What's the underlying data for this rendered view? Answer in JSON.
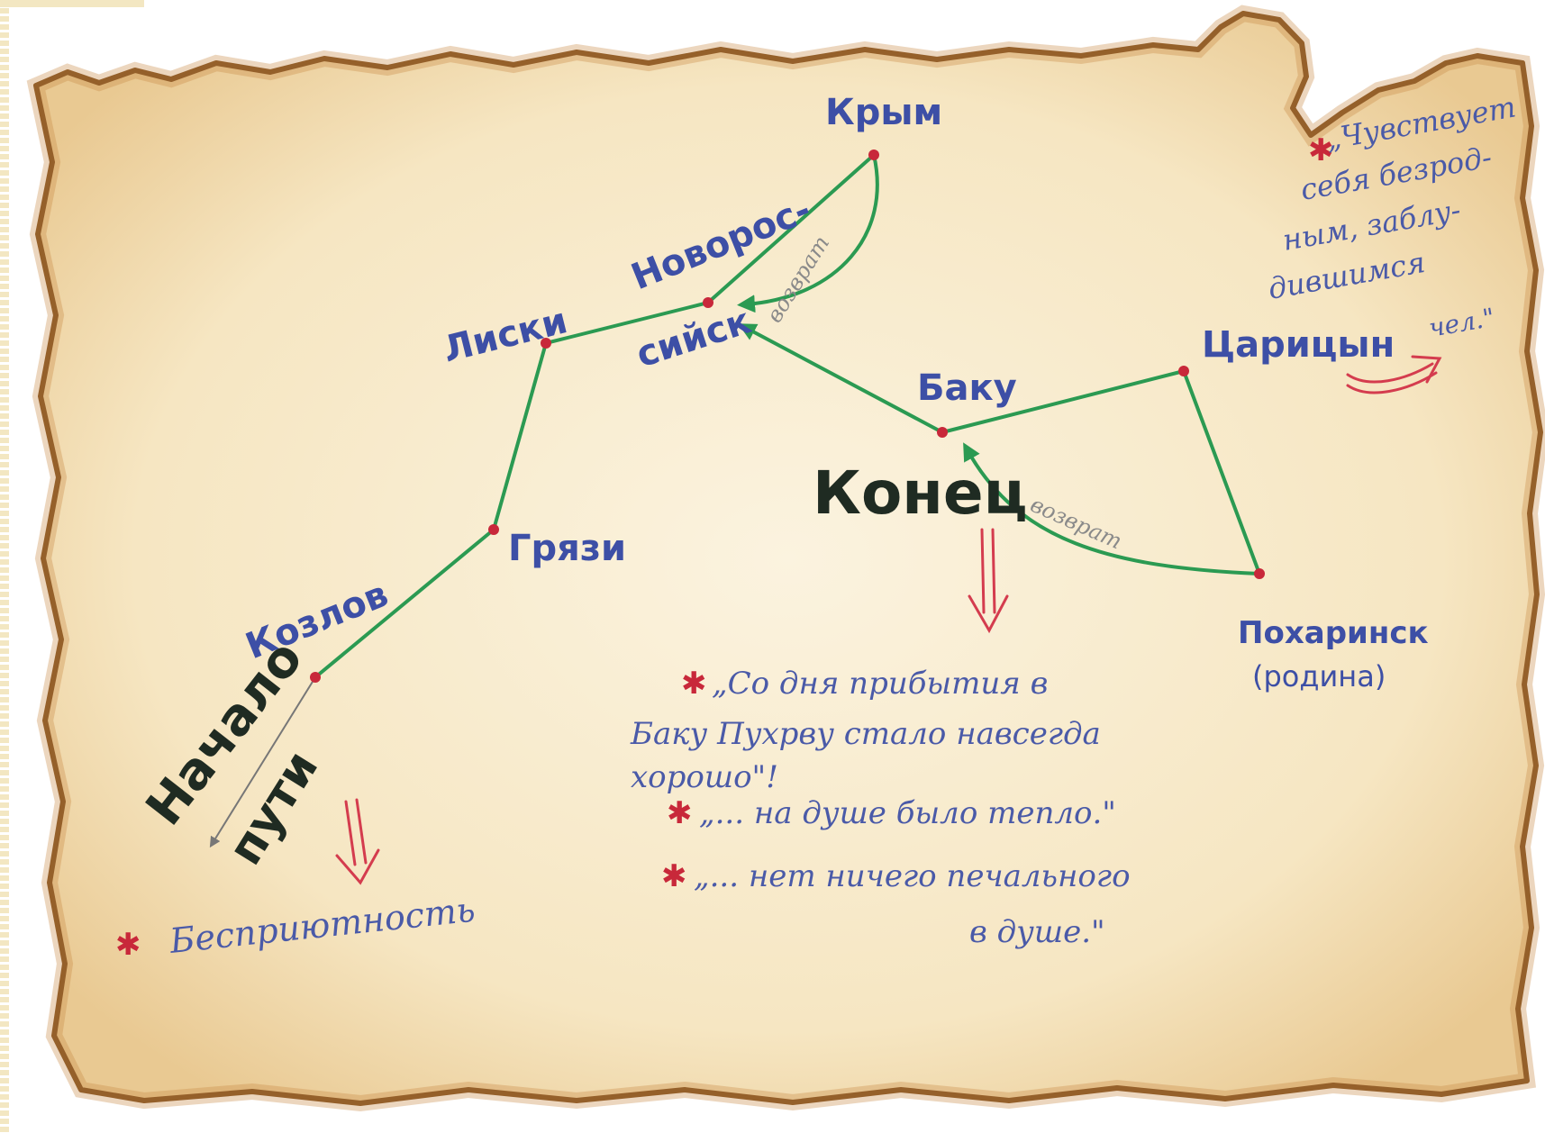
{
  "map": {
    "cities": [
      {
        "id": "kozlov",
        "label": "Козлов"
      },
      {
        "id": "gryazi",
        "label": "Грязи"
      },
      {
        "id": "liski",
        "label": "Лиски"
      },
      {
        "id": "novorossiysk",
        "label": "Новорос-сийск"
      },
      {
        "id": "krym",
        "label": "Крым"
      },
      {
        "id": "baku",
        "label": "Баку"
      },
      {
        "id": "tsaritsyn",
        "label": "Царицын"
      },
      {
        "id": "pokharinsk",
        "label": "Похаринск"
      }
    ],
    "novorossiysk_lines": [
      "Новорос-",
      "сийск"
    ],
    "pokharinsk_note": "(родина)",
    "route_color": "#2b9a52",
    "city_label_color": "#3d4fa6",
    "dot_color": "#c8283a",
    "return_label_1": "возврат",
    "return_label_2": "возврат",
    "start_label_1": "Начало",
    "start_label_2": "пути",
    "end_label": "Конец"
  },
  "notes": {
    "start_quote": "Бесприютность",
    "top_right_lines": [
      "„Чувствует",
      "себя безрод-",
      "ным, заблу-",
      "дившимся",
      "чел.\""
    ],
    "baku_quote_lines": [
      "„Со дня прибытия в",
      "Баку Пухрву стало навсегда",
      "хорошо\"!"
    ],
    "quote_2": "„... на душе было тепло.\"",
    "quote_3_lines": [
      "„... нет ничего печального",
      "в душе.\""
    ]
  }
}
